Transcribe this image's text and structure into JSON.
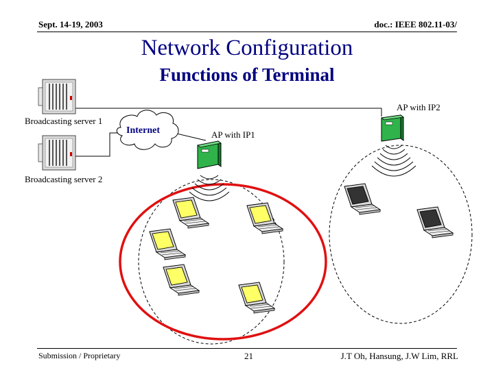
{
  "header": {
    "date": "Sept. 14-19, 2003",
    "doc": "doc.: IEEE 802.11-03/"
  },
  "slide": {
    "title": "Network Configuration",
    "subtitle": "Functions of Terminal"
  },
  "diagram": {
    "server1_label": "Broadcasting server 1",
    "server2_label": "Broadcasting server 2",
    "internet_label": "Internet",
    "ap1_label": "AP with IP1",
    "ap2_label": "AP with IP2"
  },
  "footer": {
    "left": "Submission / Proprietary",
    "page": "21",
    "authors": "J.T Oh, Hansung, J.W Lim, RRL"
  },
  "colors": {
    "title": "#000080",
    "highlight_ellipse": "#e01010",
    "ap_body": "#2fb34a",
    "laptop_screen_active": "#ffff66",
    "laptop_screen_idle": "#333333"
  }
}
